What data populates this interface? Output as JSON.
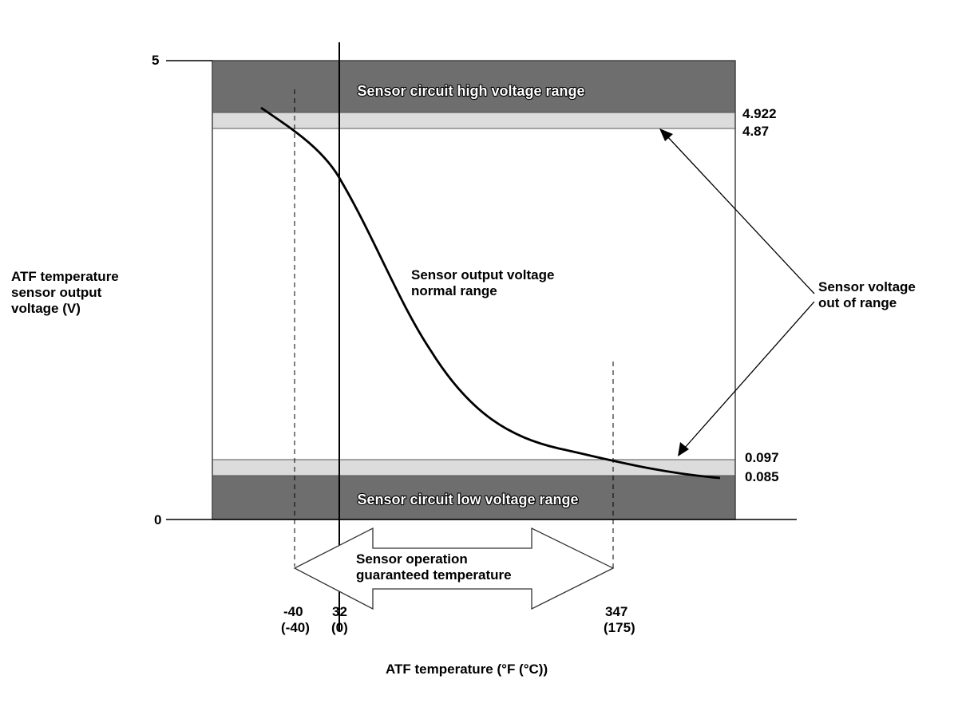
{
  "y_axis": {
    "label_lines": [
      "ATF temperature",
      "sensor output",
      "voltage (V)"
    ],
    "tick_top": "5",
    "tick_bottom": "0"
  },
  "x_axis": {
    "label": "ATF temperature (°F (°C))",
    "ticks": [
      {
        "f": "-40",
        "c": "(-40)"
      },
      {
        "f": "32",
        "c": "(0)"
      },
      {
        "f": "347",
        "c": "(175)"
      }
    ]
  },
  "bands": {
    "high_label": "Sensor circuit high voltage range",
    "low_label": "Sensor circuit low voltage range"
  },
  "thresholds": {
    "upper_high": "4.922",
    "upper_low": "4.87",
    "lower_high": "0.097",
    "lower_low": "0.085"
  },
  "annotations": {
    "normal_range": [
      "Sensor output voltage",
      "normal range"
    ],
    "out_of_range": [
      "Sensor voltage",
      "out of range"
    ],
    "guaranteed": [
      "Sensor operation",
      "guaranteed temperature"
    ]
  },
  "colors": {
    "band_dark": "#6e6e6e",
    "band_light": "#dcdcdc",
    "curve": "#000000",
    "arrow_fill": "#ffffff"
  }
}
